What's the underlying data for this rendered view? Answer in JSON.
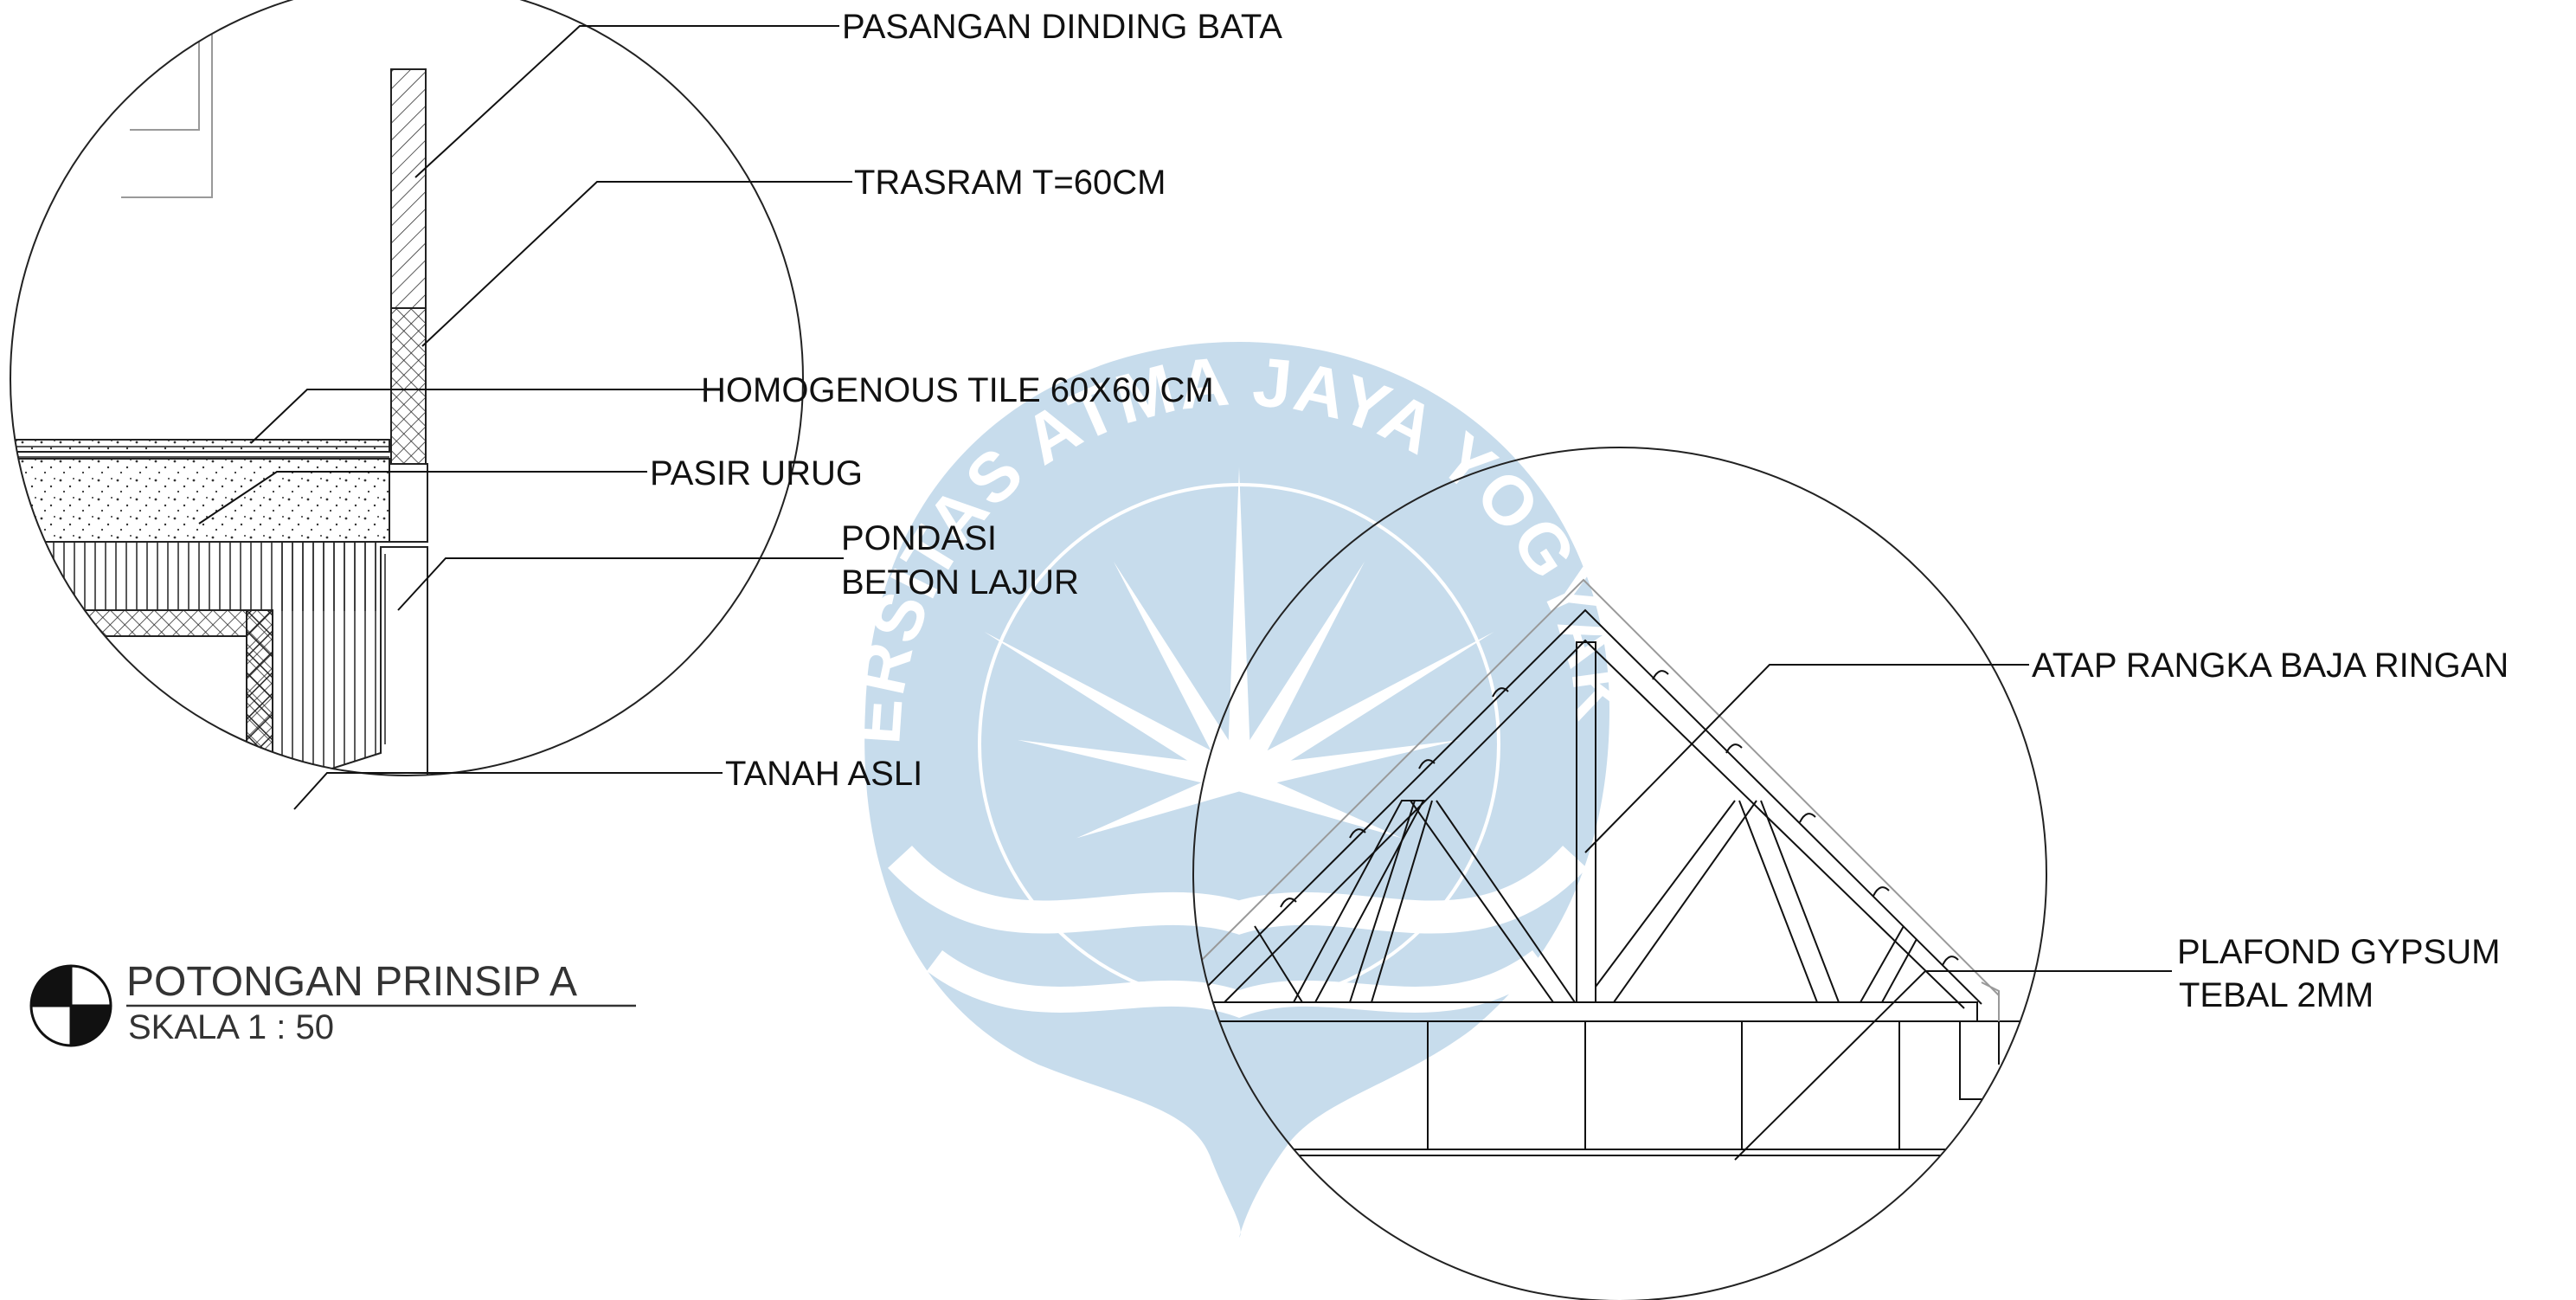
{
  "detail_a": {
    "labels": {
      "wall": "PASANGAN DINDING BATA",
      "trasram": "TRASRAM T=60CM",
      "tile": "HOMOGENOUS TILE 60X60 CM",
      "sand": "PASIR URUG",
      "foundation_1": "PONDASI",
      "foundation_2": "BETON LAJUR",
      "soil": "TANAH ASLI"
    }
  },
  "detail_b": {
    "labels": {
      "roof": "ATAP RANGKA BAJA RINGAN",
      "ceiling_1": "PLAFOND GYPSUM",
      "ceiling_2": "TEBAL 2MM"
    }
  },
  "section_title": {
    "title": "POTONGAN PRINSIP A",
    "scale": "SKALA 1 : 50"
  },
  "watermark": {
    "text": "UNIVERSITAS ATMA JAYA YOGYAKARTA",
    "color": "#c7dcec"
  }
}
